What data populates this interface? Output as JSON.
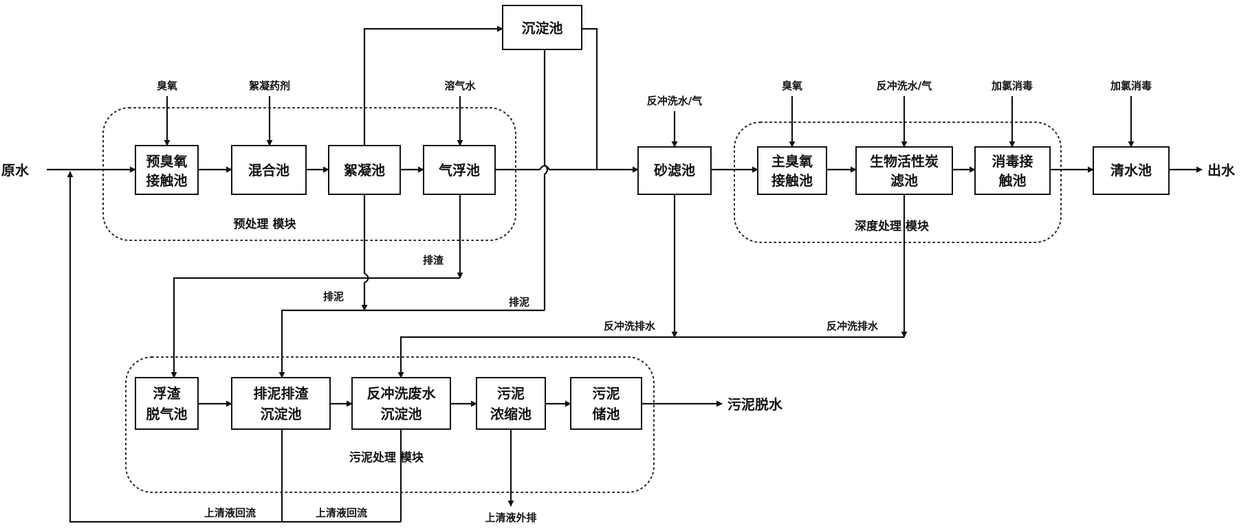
{
  "inputs": {
    "raw_water": "原水",
    "ozone_1": "臭氧",
    "flocculant": "絮凝药剂",
    "dissolved_air_water": "溶气水",
    "backwash_1": "反冲洗水/气",
    "ozone_2": "臭氧",
    "backwash_2": "反冲洗水/气",
    "chlorine_1": "加氯消毒",
    "chlorine_2": "加氯消毒"
  },
  "outputs": {
    "effluent": "出水",
    "sludge_dewatering": "污泥脱水",
    "supernatant_discharge": "上清液外排"
  },
  "units": {
    "pre_ozone": [
      "预臭氧",
      "接触池"
    ],
    "mixing": [
      "混合池"
    ],
    "flocculation": [
      "絮凝池"
    ],
    "sedimentation": [
      "沉淀池"
    ],
    "daf": [
      "气浮池"
    ],
    "sand_filter": [
      "砂滤池"
    ],
    "main_ozone": [
      "主臭氧",
      "接触池"
    ],
    "bac_filter": [
      "生物活性炭",
      "滤池"
    ],
    "disinfection": [
      "消毒接",
      "触池"
    ],
    "clear_water": [
      "清水池"
    ],
    "scum_degas": [
      "浮渣",
      "脱气池"
    ],
    "sludge_scum_settling": [
      "排泥排渣",
      "沉淀池"
    ],
    "backwash_settling": [
      "反冲洗废水",
      "沉淀池"
    ],
    "sludge_thickener": [
      "污泥",
      "浓缩池"
    ],
    "sludge_storage": [
      "污泥",
      "储池"
    ]
  },
  "modules": {
    "pretreatment": "预处理 模块",
    "advanced": "深度处理 模块",
    "sludge": "污泥处理 模块"
  },
  "flow_labels": {
    "scum": "排渣",
    "sludge_1": "排泥",
    "sludge_2": "排泥",
    "backwash_drain_1": "反冲洗排水",
    "backwash_drain_2": "反冲洗排水",
    "supernatant_return_1": "上清液回流",
    "supernatant_return_2": "上清液回流"
  }
}
